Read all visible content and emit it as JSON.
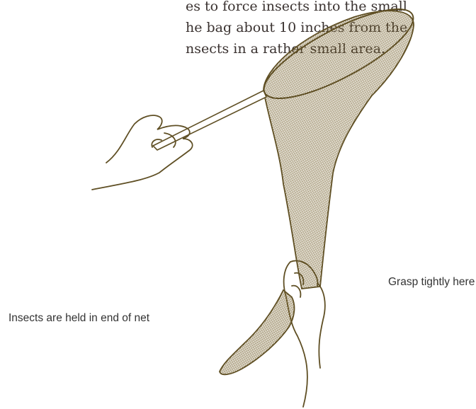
{
  "intro_text": {
    "lines": [
      "es to force insects into the small",
      "he bag about 10 inches from the",
      "nsects in a rather small area."
    ]
  },
  "callouts": {
    "grasp": "Grasp tightly here",
    "insects": "Insects are held in end of net"
  },
  "colors": {
    "ink": "#6b5a2c",
    "mesh": "#7a6634",
    "text": "#3a3230"
  }
}
